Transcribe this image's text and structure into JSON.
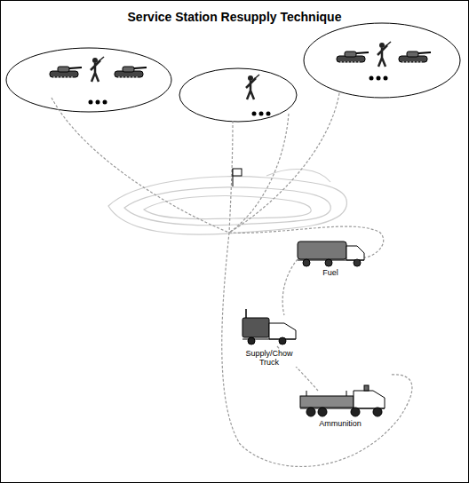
{
  "diagram": {
    "title": "Service Station Resupply Technique",
    "labels": [
      "Fuel",
      "Supply/Chow Truck",
      "Ammunition"
    ]
  }
}
